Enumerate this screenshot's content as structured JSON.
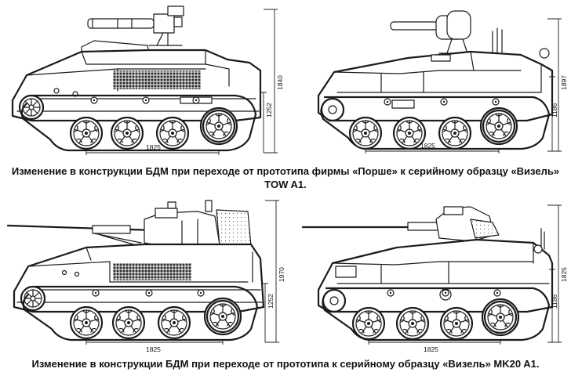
{
  "captions": {
    "top": "Изменение в конструкции БДМ при переходе от прототипа фирмы «Порше» к серийному образцу «Визель» TOW A1.",
    "bottom": "Изменение в конструкции БДМ при переходе от прототипа к серийному образцу «Визель» MK20 A1."
  },
  "panels": [
    {
      "wheelbase": "1825",
      "height": "1840",
      "hull_height": "1252"
    },
    {
      "wheelbase": "1825",
      "height": "1897",
      "hull_height": "1186"
    },
    {
      "wheelbase": "1825",
      "height": "1970",
      "hull_height": "1252"
    },
    {
      "wheelbase": "1825",
      "height": "1825",
      "hull_height": "1186"
    }
  ]
}
